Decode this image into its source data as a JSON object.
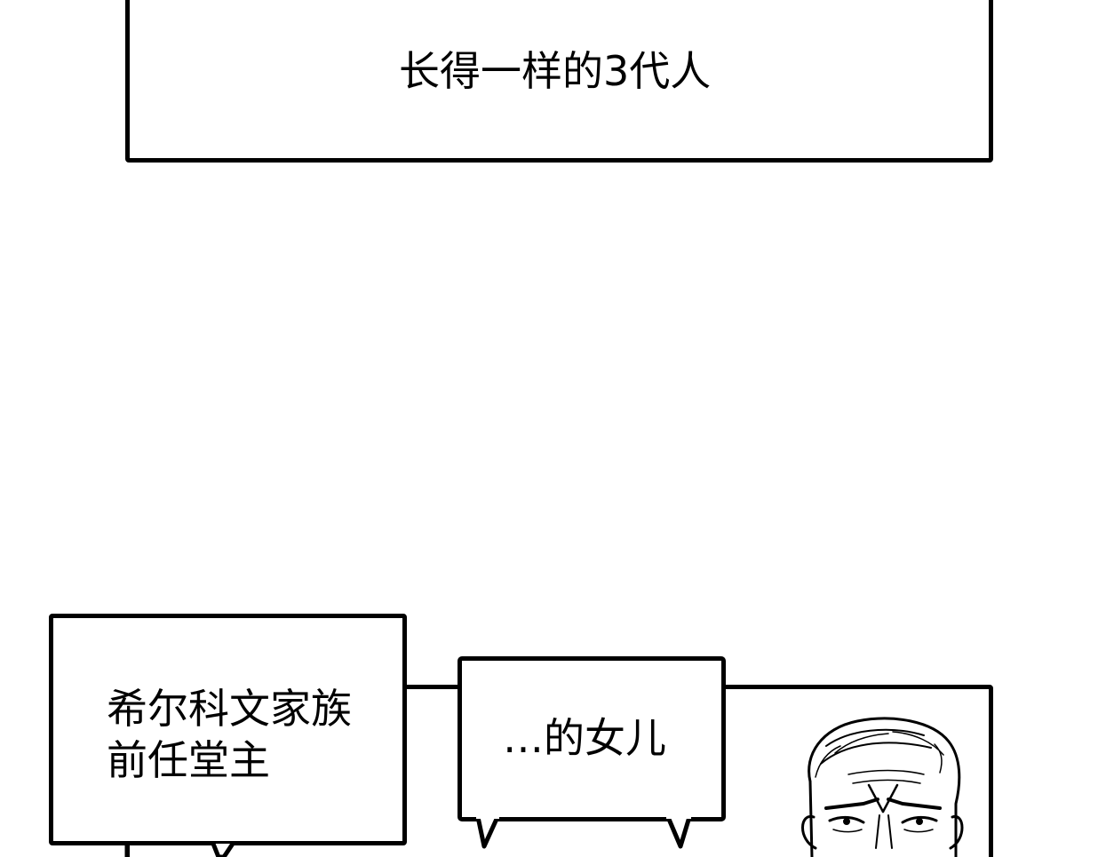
{
  "top_panel": {
    "caption": "长得一样的3代人"
  },
  "bottom_panel": {
    "caption_box": {
      "line1": "希尔科文家族",
      "line2": "前任堂主"
    },
    "speech_bubble": {
      "text": "…的女儿"
    }
  },
  "colors": {
    "ink": "#000000",
    "paper": "#ffffff"
  }
}
